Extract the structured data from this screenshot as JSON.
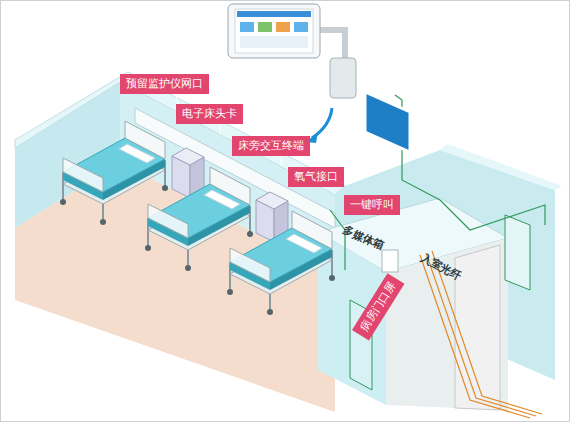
{
  "diagram": {
    "nodes": [
      {
        "text": [
          "预留监护仪网口"
        ]
      },
      {
        "text": [
          "电子床头卡"
        ]
      },
      {
        "text": [
          "床旁交互终端"
        ]
      },
      {
        "text": [
          "氧气接口"
        ]
      },
      {
        "text": [
          "一键呼叫"
        ]
      },
      {
        "text": [
          "病房门口屏"
        ]
      }
    ],
    "labels": [
      "多媒体箱",
      "入室光纤"
    ]
  }
}
